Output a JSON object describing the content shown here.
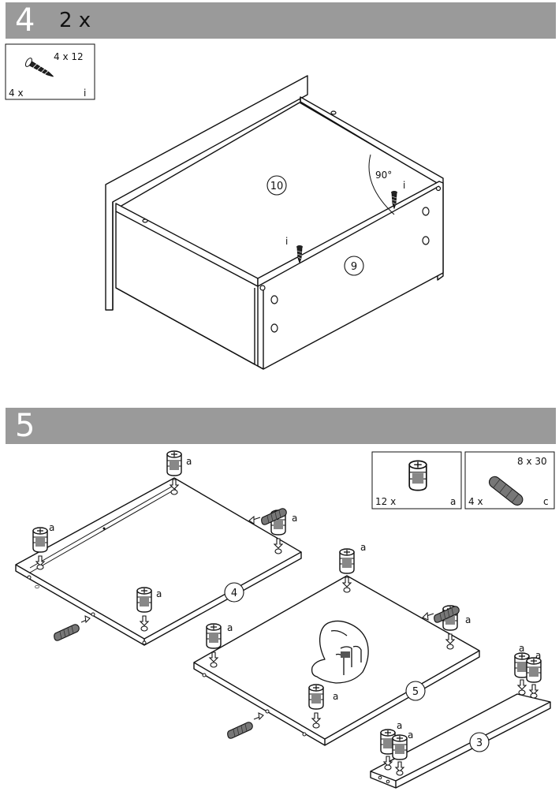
{
  "step4": {
    "number": "4",
    "quantity": "2 x",
    "legend": {
      "size": "4 x 12",
      "count": "4 x",
      "code": "i"
    },
    "parts": {
      "p10": "10",
      "p9": "9"
    },
    "angle": "90°",
    "screw_label": "i"
  },
  "step5": {
    "number": "5",
    "legend_cam": {
      "count": "12 x",
      "code": "a"
    },
    "legend_dowel": {
      "size": "8 x 30",
      "count": "4 x",
      "code": "c"
    },
    "parts": {
      "p4": "4",
      "p5": "5",
      "p3": "3"
    },
    "cam_label": "a"
  },
  "colors": {
    "header_bg": "#9a9a9a",
    "header_text": "#ffffff",
    "line": "#111111"
  }
}
